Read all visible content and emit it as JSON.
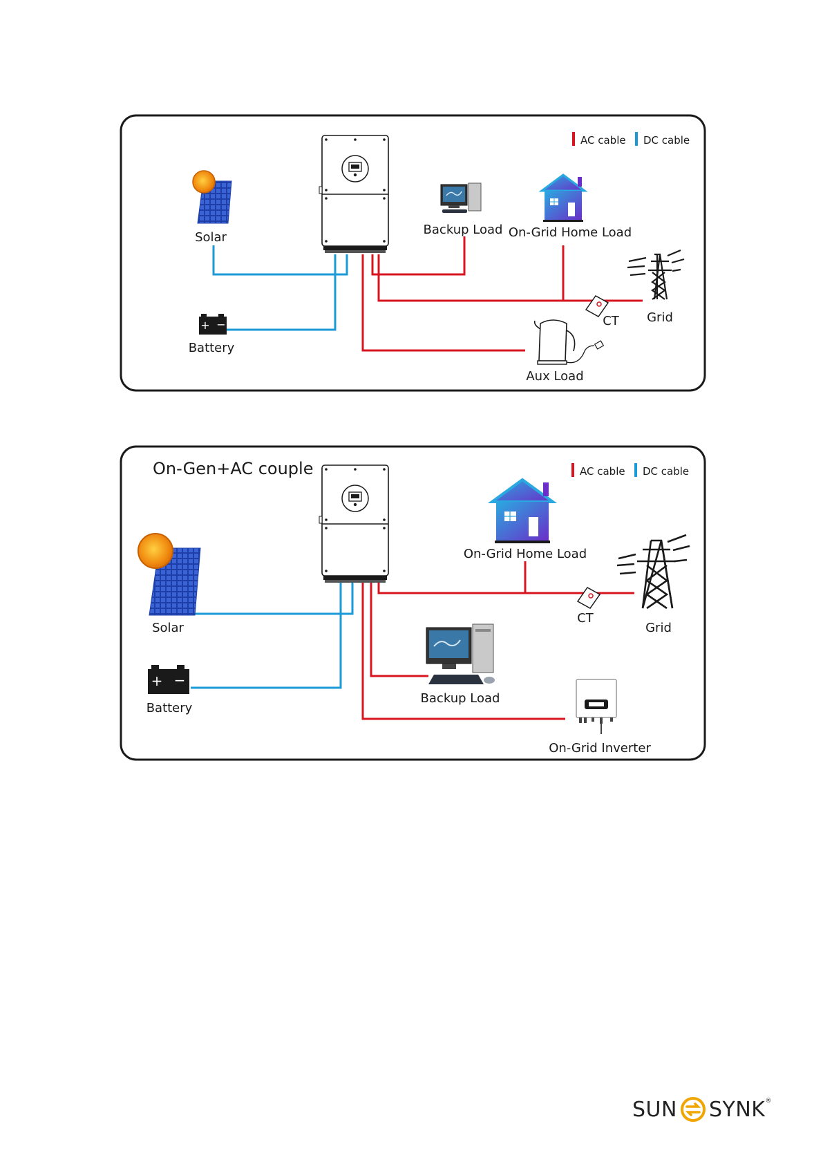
{
  "legend": {
    "ac_label": "AC cable",
    "dc_label": "DC cable",
    "ac_color": "#d7141f",
    "dc_color": "#1a9ad6"
  },
  "panel1": {
    "solar": "Solar",
    "battery": "Battery",
    "backup_load": "Backup Load",
    "home_load": "On-Grid Home Load",
    "grid": "Grid",
    "ct": "CT",
    "aux_load": "Aux Load"
  },
  "panel2": {
    "title": "On-Gen+AC couple",
    "solar": "Solar",
    "battery": "Battery",
    "backup_load": "Backup Load",
    "home_load": "On-Grid Home Load",
    "grid": "Grid",
    "ct": "CT",
    "inverter": "On-Grid Inverter"
  },
  "brand": {
    "left": "SUN",
    "right": "SYNK",
    "mark": "®",
    "accent": "#f0a500"
  }
}
